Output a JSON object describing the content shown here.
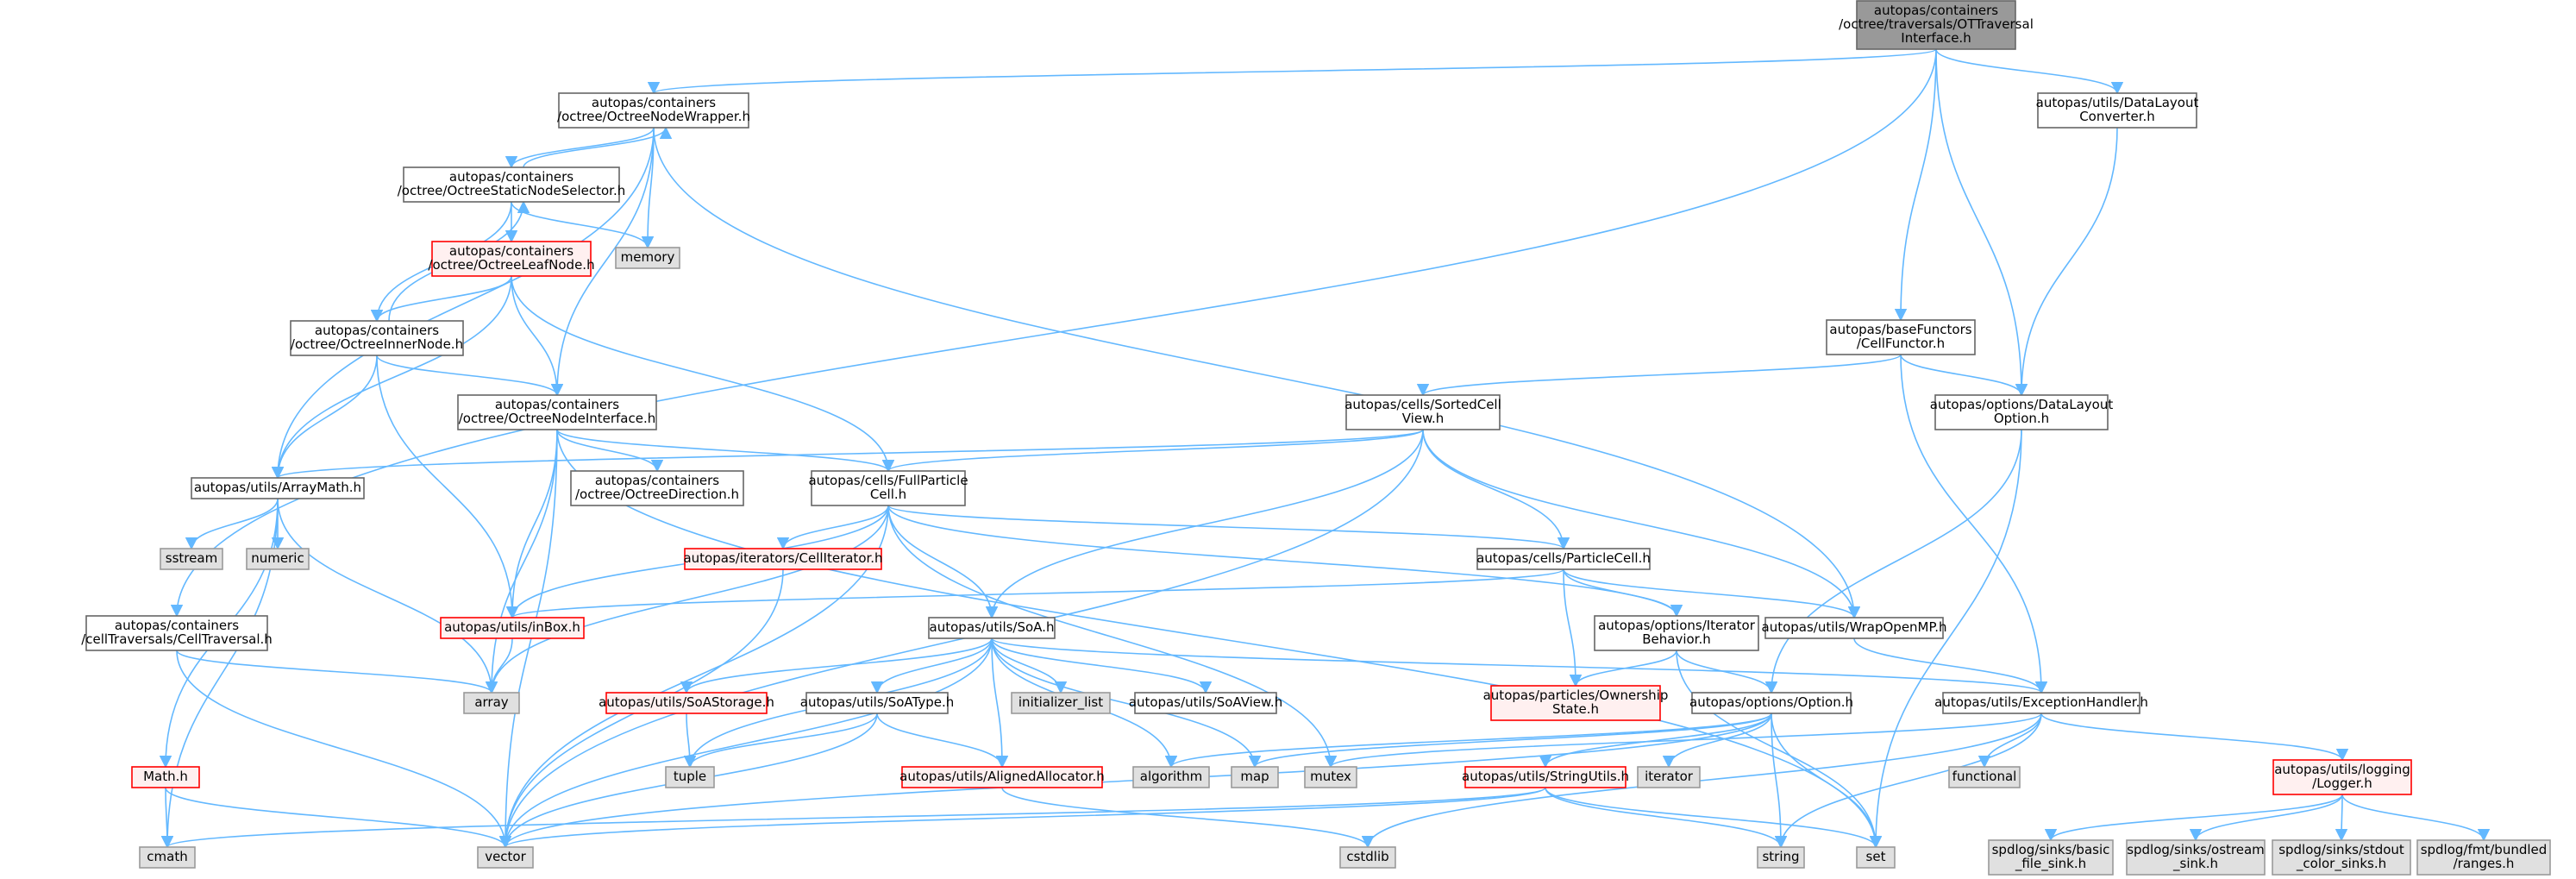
{
  "colors": {
    "root_fill": "#999999",
    "root_border": "#666666",
    "normal_fill": "#ffffff",
    "normal_border": "#666666",
    "missing_fill": "#e0e0e0",
    "missing_border": "#999999",
    "truncated_fill": "#fff0f0",
    "truncated_border": "#ff0000",
    "edge": "#63b8ff"
  },
  "nodes": [
    {
      "id": "root",
      "lines": [
        "autopas/containers",
        "/octree/traversals/OTTraversal",
        "Interface.h"
      ],
      "kind": "root"
    },
    {
      "id": "octreeNodeWrapper",
      "lines": [
        "autopas/containers",
        "/octree/OctreeNodeWrapper.h"
      ],
      "kind": "normal"
    },
    {
      "id": "dataLayoutConverter",
      "lines": [
        "autopas/utils/DataLayout",
        "Converter.h"
      ],
      "kind": "normal"
    },
    {
      "id": "octreeStaticNodeSelector",
      "lines": [
        "autopas/containers",
        "/octree/OctreeStaticNodeSelector.h"
      ],
      "kind": "normal"
    },
    {
      "id": "memory",
      "lines": [
        "memory"
      ],
      "kind": "missing"
    },
    {
      "id": "octreeLeafNode",
      "lines": [
        "autopas/containers",
        "/octree/OctreeLeafNode.h"
      ],
      "kind": "truncated"
    },
    {
      "id": "octreeInnerNode",
      "lines": [
        "autopas/containers",
        "/octree/OctreeInnerNode.h"
      ],
      "kind": "normal"
    },
    {
      "id": "cellFunctor",
      "lines": [
        "autopas/baseFunctors",
        "/CellFunctor.h"
      ],
      "kind": "normal"
    },
    {
      "id": "sortedCellView",
      "lines": [
        "autopas/cells/SortedCell",
        "View.h"
      ],
      "kind": "normal"
    },
    {
      "id": "dataLayoutOption",
      "lines": [
        "autopas/options/DataLayout",
        "Option.h"
      ],
      "kind": "normal"
    },
    {
      "id": "octreeNodeInterface",
      "lines": [
        "autopas/containers",
        "/octree/OctreeNodeInterface.h"
      ],
      "kind": "normal"
    },
    {
      "id": "arrayMath",
      "lines": [
        "autopas/utils/ArrayMath.h"
      ],
      "kind": "normal"
    },
    {
      "id": "octreeDirection",
      "lines": [
        "autopas/containers",
        "/octree/OctreeDirection.h"
      ],
      "kind": "normal"
    },
    {
      "id": "fullParticleCell",
      "lines": [
        "autopas/cells/FullParticle",
        "Cell.h"
      ],
      "kind": "normal"
    },
    {
      "id": "sstream",
      "lines": [
        "sstream"
      ],
      "kind": "missing"
    },
    {
      "id": "numeric",
      "lines": [
        "numeric"
      ],
      "kind": "missing"
    },
    {
      "id": "cellIterator",
      "lines": [
        "autopas/iterators/CellIterator.h"
      ],
      "kind": "truncated"
    },
    {
      "id": "particleCell",
      "lines": [
        "autopas/cells/ParticleCell.h"
      ],
      "kind": "normal"
    },
    {
      "id": "cellTraversal",
      "lines": [
        "autopas/containers",
        "/cellTraversals/CellTraversal.h"
      ],
      "kind": "normal"
    },
    {
      "id": "inBox",
      "lines": [
        "autopas/utils/inBox.h"
      ],
      "kind": "truncated"
    },
    {
      "id": "soa",
      "lines": [
        "autopas/utils/SoA.h"
      ],
      "kind": "normal"
    },
    {
      "id": "iteratorBehavior",
      "lines": [
        "autopas/options/Iterator",
        "Behavior.h"
      ],
      "kind": "normal"
    },
    {
      "id": "wrapOpenMP",
      "lines": [
        "autopas/utils/WrapOpenMP.h"
      ],
      "kind": "normal"
    },
    {
      "id": "array",
      "lines": [
        "array"
      ],
      "kind": "missing"
    },
    {
      "id": "soaStorage",
      "lines": [
        "autopas/utils/SoAStorage.h"
      ],
      "kind": "truncated"
    },
    {
      "id": "soaType",
      "lines": [
        "autopas/utils/SoAType.h"
      ],
      "kind": "normal"
    },
    {
      "id": "initializerList",
      "lines": [
        "initializer_list"
      ],
      "kind": "missing"
    },
    {
      "id": "soaView",
      "lines": [
        "autopas/utils/SoAView.h"
      ],
      "kind": "normal"
    },
    {
      "id": "ownershipState",
      "lines": [
        "autopas/particles/Ownership",
        "State.h"
      ],
      "kind": "truncated"
    },
    {
      "id": "option",
      "lines": [
        "autopas/options/Option.h"
      ],
      "kind": "normal"
    },
    {
      "id": "exceptionHandler",
      "lines": [
        "autopas/utils/ExceptionHandler.h"
      ],
      "kind": "normal"
    },
    {
      "id": "tuple",
      "lines": [
        "tuple"
      ],
      "kind": "missing"
    },
    {
      "id": "alignedAllocator",
      "lines": [
        "autopas/utils/AlignedAllocator.h"
      ],
      "kind": "truncated"
    },
    {
      "id": "algorithm",
      "lines": [
        "algorithm"
      ],
      "kind": "missing"
    },
    {
      "id": "map",
      "lines": [
        "map"
      ],
      "kind": "missing"
    },
    {
      "id": "mutex",
      "lines": [
        "mutex"
      ],
      "kind": "missing"
    },
    {
      "id": "stringUtils",
      "lines": [
        "autopas/utils/StringUtils.h"
      ],
      "kind": "truncated"
    },
    {
      "id": "iterator",
      "lines": [
        "iterator"
      ],
      "kind": "missing"
    },
    {
      "id": "functional",
      "lines": [
        "functional"
      ],
      "kind": "missing"
    },
    {
      "id": "logger",
      "lines": [
        "autopas/utils/logging",
        "/Logger.h"
      ],
      "kind": "truncated"
    },
    {
      "id": "mathH",
      "lines": [
        "Math.h"
      ],
      "kind": "truncated"
    },
    {
      "id": "cmath",
      "lines": [
        "cmath"
      ],
      "kind": "missing"
    },
    {
      "id": "vector",
      "lines": [
        "vector"
      ],
      "kind": "missing"
    },
    {
      "id": "cstdlib",
      "lines": [
        "cstdlib"
      ],
      "kind": "missing"
    },
    {
      "id": "string",
      "lines": [
        "string"
      ],
      "kind": "missing"
    },
    {
      "id": "set",
      "lines": [
        "set"
      ],
      "kind": "missing"
    },
    {
      "id": "basicFileSink",
      "lines": [
        "spdlog/sinks/basic",
        "_file_sink.h"
      ],
      "kind": "missing"
    },
    {
      "id": "ostreamSink",
      "lines": [
        "spdlog/sinks/ostream",
        "_sink.h"
      ],
      "kind": "missing"
    },
    {
      "id": "stdoutColorSinks",
      "lines": [
        "spdlog/sinks/stdout",
        "_color_sinks.h"
      ],
      "kind": "missing"
    },
    {
      "id": "ranges",
      "lines": [
        "spdlog/fmt/bundled",
        "/ranges.h"
      ],
      "kind": "missing"
    }
  ],
  "edges": [
    [
      "root",
      "octreeNodeWrapper"
    ],
    [
      "root",
      "dataLayoutConverter"
    ],
    [
      "root",
      "cellFunctor"
    ],
    [
      "root",
      "dataLayoutOption"
    ],
    [
      "root",
      "cellTraversal"
    ],
    [
      "octreeNodeWrapper",
      "octreeStaticNodeSelector"
    ],
    [
      "octreeNodeWrapper",
      "memory"
    ],
    [
      "octreeNodeWrapper",
      "octreeNodeInterface"
    ],
    [
      "octreeNodeWrapper",
      "arrayMath"
    ],
    [
      "octreeNodeWrapper",
      "wrapOpenMP"
    ],
    [
      "octreeStaticNodeSelector",
      "octreeNodeWrapper"
    ],
    [
      "octreeStaticNodeSelector",
      "memory"
    ],
    [
      "octreeStaticNodeSelector",
      "octreeLeafNode"
    ],
    [
      "octreeStaticNodeSelector",
      "octreeInnerNode"
    ],
    [
      "octreeInnerNode",
      "octreeStaticNodeSelector"
    ],
    [
      "octreeLeafNode",
      "octreeInnerNode"
    ],
    [
      "octreeLeafNode",
      "octreeNodeInterface"
    ],
    [
      "octreeLeafNode",
      "arrayMath"
    ],
    [
      "octreeLeafNode",
      "fullParticleCell"
    ],
    [
      "octreeInnerNode",
      "octreeNodeInterface"
    ],
    [
      "octreeInnerNode",
      "arrayMath"
    ],
    [
      "octreeInnerNode",
      "inBox"
    ],
    [
      "octreeNodeInterface",
      "octreeDirection"
    ],
    [
      "octreeNodeInterface",
      "fullParticleCell"
    ],
    [
      "octreeNodeInterface",
      "inBox"
    ],
    [
      "octreeNodeInterface",
      "array"
    ],
    [
      "octreeNodeInterface",
      "vector"
    ],
    [
      "octreeNodeInterface",
      "set"
    ],
    [
      "dataLayoutConverter",
      "dataLayoutOption"
    ],
    [
      "cellFunctor",
      "sortedCellView"
    ],
    [
      "cellFunctor",
      "dataLayoutOption"
    ],
    [
      "cellFunctor",
      "exceptionHandler"
    ],
    [
      "dataLayoutOption",
      "option"
    ],
    [
      "dataLayoutOption",
      "set"
    ],
    [
      "sortedCellView",
      "arrayMath"
    ],
    [
      "sortedCellView",
      "fullParticleCell"
    ],
    [
      "sortedCellView",
      "particleCell"
    ],
    [
      "sortedCellView",
      "soa"
    ],
    [
      "sortedCellView",
      "wrapOpenMP"
    ],
    [
      "sortedCellView",
      "vector"
    ],
    [
      "arrayMath",
      "sstream"
    ],
    [
      "arrayMath",
      "numeric"
    ],
    [
      "arrayMath",
      "array"
    ],
    [
      "arrayMath",
      "mathH"
    ],
    [
      "arrayMath",
      "cmath"
    ],
    [
      "fullParticleCell",
      "cellIterator"
    ],
    [
      "fullParticleCell",
      "particleCell"
    ],
    [
      "fullParticleCell",
      "inBox"
    ],
    [
      "fullParticleCell",
      "soa"
    ],
    [
      "fullParticleCell",
      "iteratorBehavior"
    ],
    [
      "fullParticleCell",
      "mutex"
    ],
    [
      "fullParticleCell",
      "vector"
    ],
    [
      "fullParticleCell",
      "array"
    ],
    [
      "cellIterator",
      "vector"
    ],
    [
      "particleCell",
      "inBox"
    ],
    [
      "particleCell",
      "iteratorBehavior"
    ],
    [
      "particleCell",
      "wrapOpenMP"
    ],
    [
      "particleCell",
      "ownershipState"
    ],
    [
      "cellTraversal",
      "array"
    ],
    [
      "cellTraversal",
      "vector"
    ],
    [
      "inBox",
      "array"
    ],
    [
      "soa",
      "soaStorage"
    ],
    [
      "soa",
      "soaType"
    ],
    [
      "soa",
      "initializerList"
    ],
    [
      "soa",
      "soaView"
    ],
    [
      "soa",
      "exceptionHandler"
    ],
    [
      "soa",
      "alignedAllocator"
    ],
    [
      "soa",
      "algorithm"
    ],
    [
      "soa",
      "map"
    ],
    [
      "soa",
      "tuple"
    ],
    [
      "soa",
      "vector"
    ],
    [
      "iteratorBehavior",
      "ownershipState"
    ],
    [
      "iteratorBehavior",
      "option"
    ],
    [
      "iteratorBehavior",
      "set"
    ],
    [
      "wrapOpenMP",
      "exceptionHandler"
    ],
    [
      "soaStorage",
      "tuple"
    ],
    [
      "soaType",
      "tuple"
    ],
    [
      "soaType",
      "alignedAllocator"
    ],
    [
      "soaType",
      "vector"
    ],
    [
      "option",
      "stringUtils"
    ],
    [
      "option",
      "algorithm"
    ],
    [
      "option",
      "iterator"
    ],
    [
      "option",
      "map"
    ],
    [
      "option",
      "set"
    ],
    [
      "option",
      "string"
    ],
    [
      "option",
      "vector"
    ],
    [
      "exceptionHandler",
      "functional"
    ],
    [
      "exceptionHandler",
      "logger"
    ],
    [
      "exceptionHandler",
      "cstdlib"
    ],
    [
      "exceptionHandler",
      "string"
    ],
    [
      "exceptionHandler",
      "mutex"
    ],
    [
      "alignedAllocator",
      "cstdlib"
    ],
    [
      "stringUtils",
      "cmath"
    ],
    [
      "stringUtils",
      "set"
    ],
    [
      "stringUtils",
      "string"
    ],
    [
      "stringUtils",
      "vector"
    ],
    [
      "logger",
      "basicFileSink"
    ],
    [
      "logger",
      "ostreamSink"
    ],
    [
      "logger",
      "stdoutColorSinks"
    ],
    [
      "logger",
      "ranges"
    ],
    [
      "mathH",
      "cmath"
    ],
    [
      "mathH",
      "vector"
    ]
  ]
}
